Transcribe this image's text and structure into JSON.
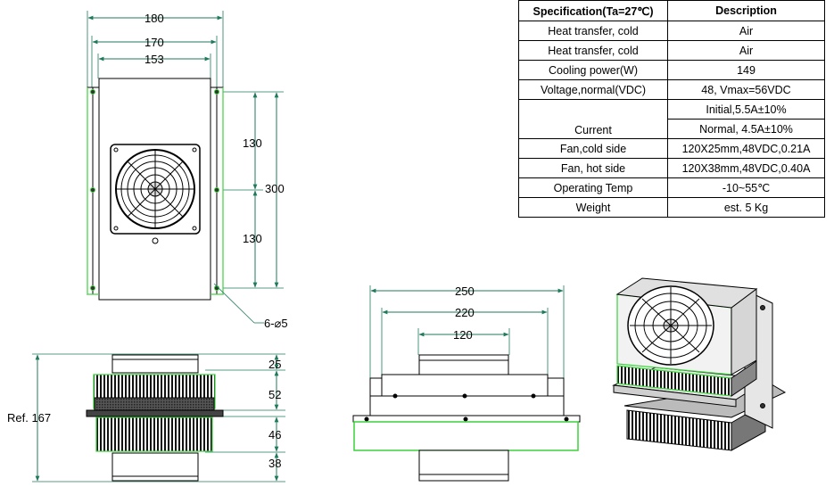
{
  "table": {
    "header": [
      "Specification(Ta=27℃)",
      "Description"
    ],
    "rows": [
      [
        "Heat transfer, cold",
        "Air"
      ],
      [
        "Heat transfer, cold",
        "Air"
      ],
      [
        "Cooling power(W)",
        "149"
      ],
      [
        "Voltage,normal(VDC)",
        "48, Vmax=56VDC"
      ],
      [
        "Current",
        "Initial,5.5A±10%",
        "Normal, 4.5A±10%"
      ],
      [
        "Fan,cold side",
        "120X25mm,48VDC,0.21A"
      ],
      [
        "Fan, hot side",
        "120X38mm,48VDC,0.40A"
      ],
      [
        "Operating Temp",
        "-10~55℃"
      ],
      [
        "Weight",
        "est. 5 Kg"
      ]
    ]
  },
  "dims": {
    "front_width_outer": "180",
    "front_width_mid": "170",
    "front_width_inner": "153",
    "front_height_upper": "130",
    "front_height_lower": "130",
    "front_height_total": "300",
    "holes": "6-⌀5",
    "side_ref": "Ref. 167",
    "side_seg1": "25",
    "side_seg2": "52",
    "side_seg3": "46",
    "side_seg4": "38",
    "top_width_outer": "250",
    "top_width_mid": "220",
    "top_width_inner": "120"
  },
  "colors": {
    "outline": "#000000",
    "dimension": "#1f7a5c",
    "highlight": "#3cd23c",
    "fill": "#ffffff",
    "shade": "#d8d8d8"
  }
}
